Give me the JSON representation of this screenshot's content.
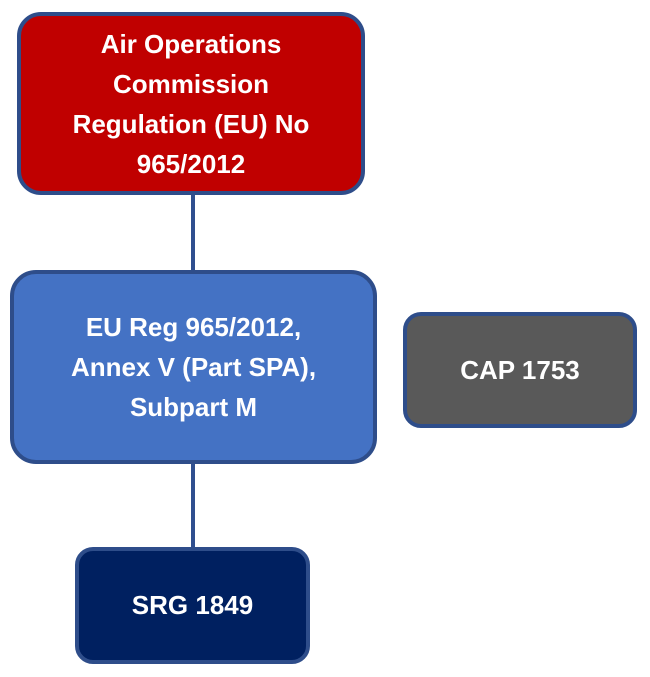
{
  "diagram": {
    "nodes": [
      {
        "id": "root",
        "label": "Air Operations\nCommission\nRegulation (EU) No\n965/2012",
        "color": "#c00000"
      },
      {
        "id": "mid",
        "label": "EU Reg 965/2012,\nAnnex V (Part SPA),\nSubpart M",
        "color": "#4472c4"
      },
      {
        "id": "cap",
        "label": "CAP 1753",
        "color": "#595959"
      },
      {
        "id": "srg",
        "label": "SRG 1849",
        "color": "#002060"
      }
    ],
    "edges": [
      {
        "from": "root",
        "to": "mid"
      },
      {
        "from": "mid",
        "to": "srg"
      }
    ],
    "border_color": "#2e4d8a"
  }
}
